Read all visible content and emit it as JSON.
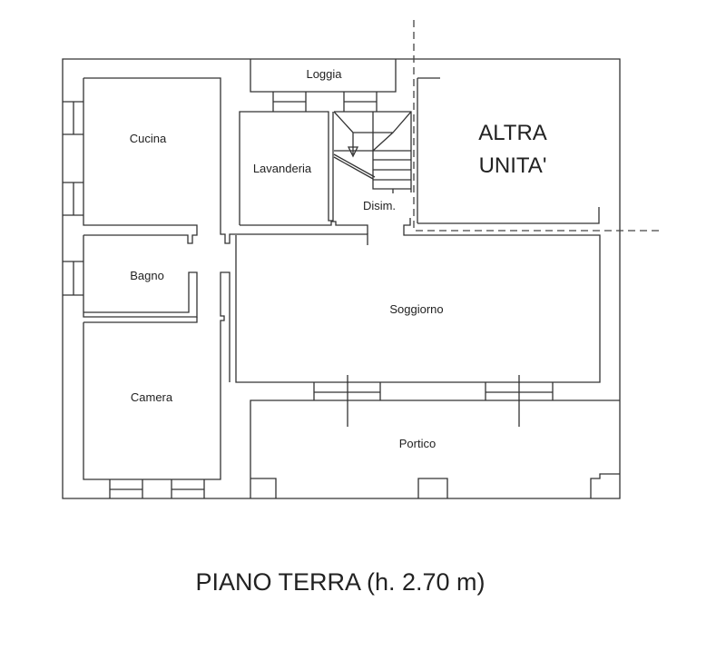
{
  "rooms": {
    "loggia": "Loggia",
    "cucina": "Cucina",
    "lavanderia": "Lavanderia",
    "disim": "Disim.",
    "altra_unita_line1": "ALTRA",
    "altra_unita_line2": "UNITA'",
    "bagno": "Bagno",
    "soggiorno": "Soggiorno",
    "camera": "Camera",
    "portico": "Portico"
  },
  "title": "PIANO TERRA (h. 2.70 m)"
}
